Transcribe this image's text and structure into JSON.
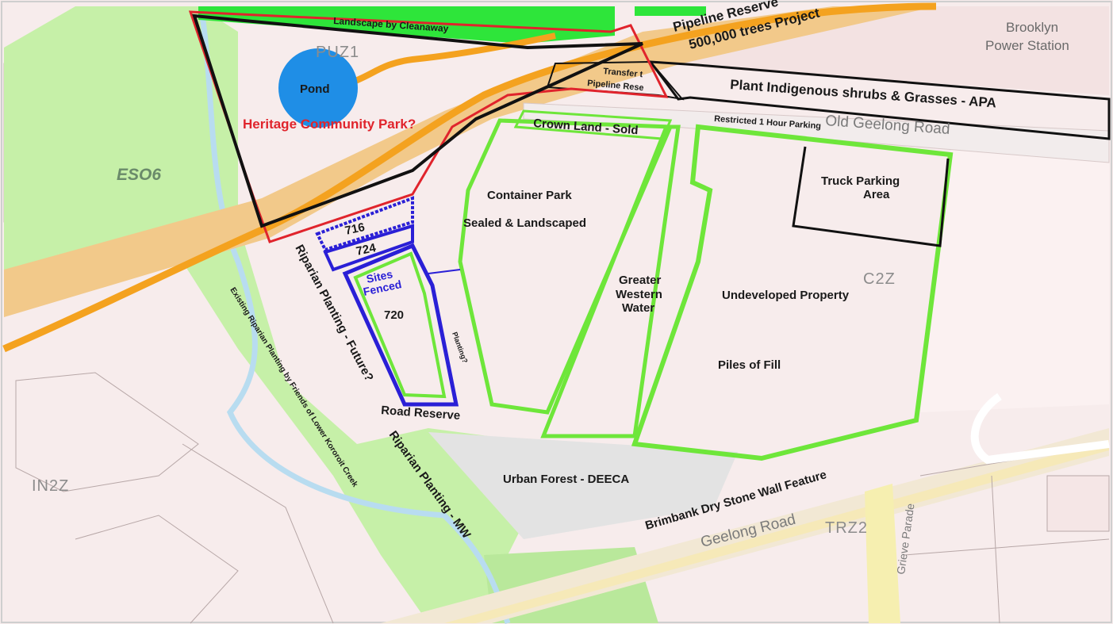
{
  "colors": {
    "land": "#f7ecec",
    "green_reserve": "#c6f0a8",
    "green_bright": "#2ee53a",
    "pipeline": "#f2c98a",
    "orange_road": "#f4a21f",
    "urban_forest": "#e3e3e3",
    "water": "#b8dcf0",
    "pond": "#1f8ee6",
    "red_boundary": "#e0242c",
    "blue_boundary": "#2a1fd6",
    "green_outline": "#6ee63a",
    "black_boundary": "#111111"
  },
  "labels": {
    "landscape_cleanaway": "Landscape by Cleanaway",
    "pipeline_reserve": "Pipeline Reserve",
    "trees_project": "500,000 trees Project",
    "brooklyn_1": "Brooklyn",
    "brooklyn_2": "Power Station",
    "puz1": "PUZ1",
    "pond": "Pond",
    "heritage_park": "Heritage Community Park?",
    "transfer_1": "Transfer t",
    "transfer_2": "Pipeline Rese",
    "plant_indigenous": "Plant Indigenous shrubs & Grasses - APA",
    "restricted_parking": "Restricted 1 Hour Parking",
    "old_geelong_road": "Old Geelong Road",
    "crown_land": "Crown Land - Sold",
    "eso6": "ESO6",
    "container_park": "Container Park",
    "sealed_landscaped": "Sealed & Landscaped",
    "truck_parking_1": "Truck Parking",
    "truck_parking_2": "Area",
    "lot_716": "716",
    "lot_724": "724",
    "sites_fenced_1": "Sites",
    "sites_fenced_2": "Fenced",
    "lot_720": "720",
    "greater_western_1": "Greater",
    "greater_western_2": "Western",
    "greater_western_3": "Water",
    "c2z": "C2Z",
    "undeveloped": "Undeveloped Property",
    "piles_fill": "Piles of Fill",
    "riparian_future": "Riparian Planting - Future?",
    "existing_riparian": "Existing Riparian Planting by Friends of Lower Kororoit Creek",
    "planting": "Planting?",
    "road_reserve": "Road Reserve",
    "riparian_mw": "Riparian Planting - MW",
    "urban_forest": "Urban Forest - DEECA",
    "in2z": "IN2Z",
    "dry_stone_wall": "Brimbank Dry Stone Wall Feature",
    "geelong_road": "Geelong Road",
    "trz2": "TRZ2",
    "grieve_parade": "Grieve Parade"
  }
}
